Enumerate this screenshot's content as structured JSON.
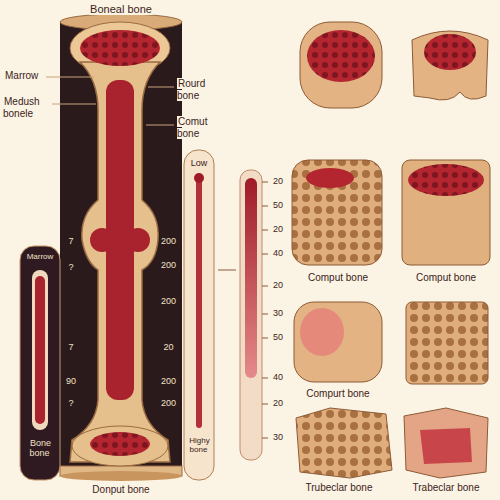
{
  "diagram": {
    "labels": [
      "Boneal bone",
      "Marrow",
      "Medush bonele",
      "Rourd bone",
      "Comut bone",
      "Low",
      "Marrow",
      "7",
      "?",
      "7",
      "90",
      "?",
      "200",
      "200",
      "200",
      "20",
      "200",
      "200",
      "20",
      "50",
      "20",
      "40",
      "20",
      "30",
      "50",
      "40",
      "20",
      "30",
      "Highy bone",
      "Bone bone",
      "Donput bone",
      "Comput bone",
      "Comput bone",
      "Compurt bone",
      "Trubeclar bone",
      "Trabeclar bone"
    ]
  }
}
